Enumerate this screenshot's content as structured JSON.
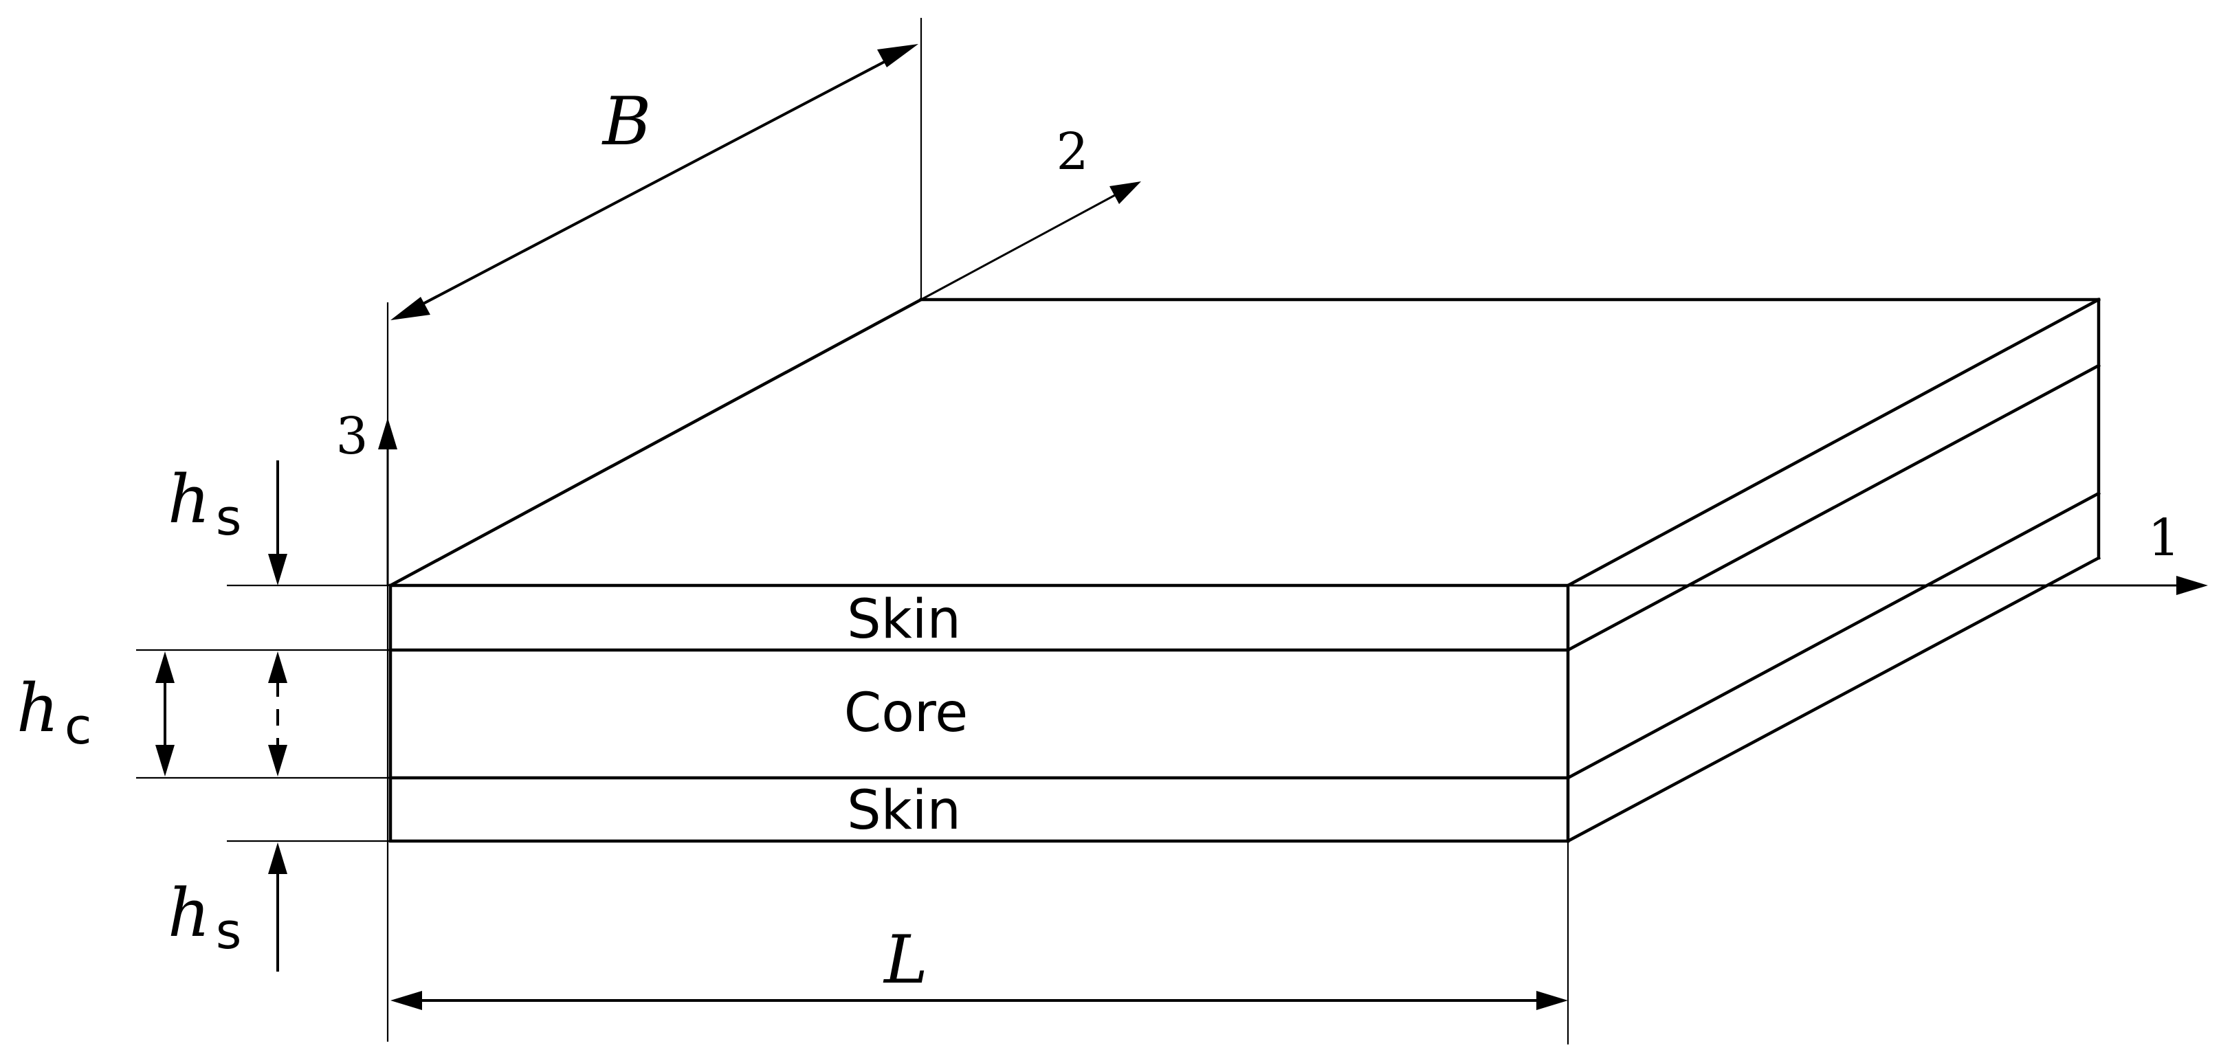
{
  "layers": {
    "top_skin": "Skin",
    "core": "Core",
    "bottom_skin": "Skin"
  },
  "axes": {
    "axis_1": "1",
    "axis_2": "2",
    "axis_3": "3"
  },
  "dimensions": {
    "width_symbol": "B",
    "length_symbol": "L",
    "skin_thickness_top": {
      "symbol": "h",
      "subscript": "s"
    },
    "core_thickness": {
      "symbol": "h",
      "subscript": "c"
    },
    "skin_thickness_bottom": {
      "symbol": "h",
      "subscript": "s"
    }
  }
}
